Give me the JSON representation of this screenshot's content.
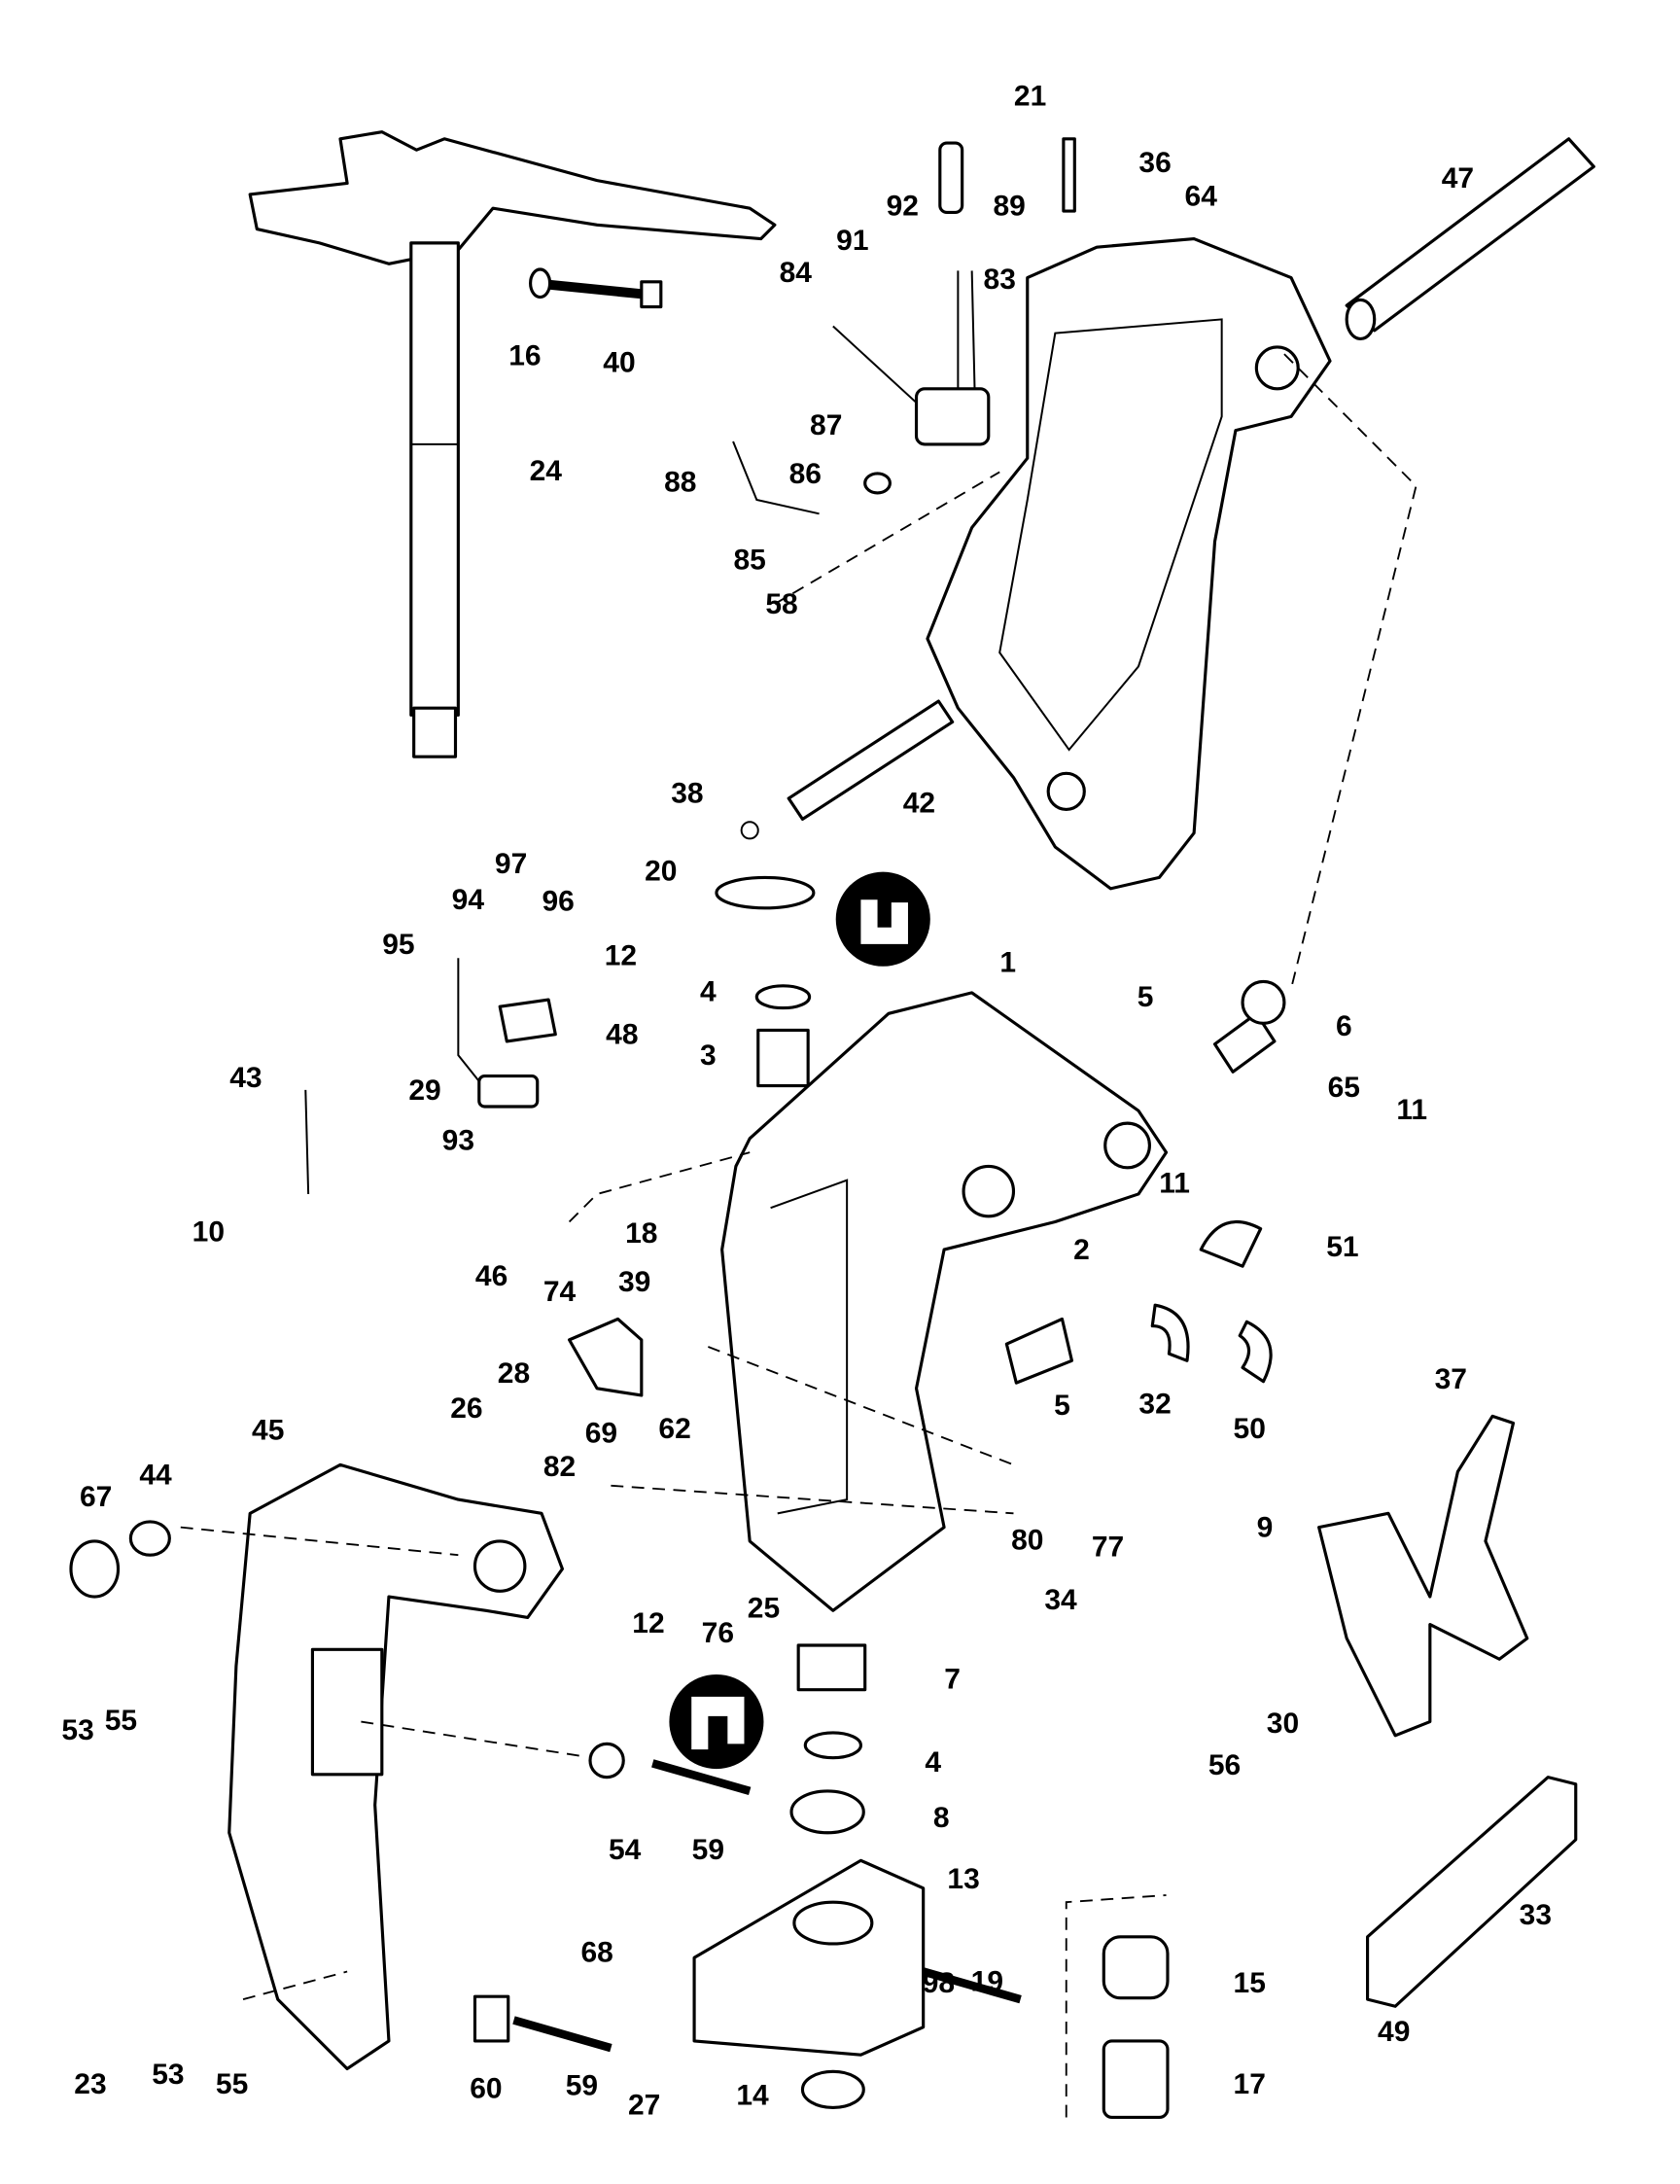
{
  "diagram": {
    "part_numbers": [
      "21",
      "36",
      "47",
      "64",
      "92",
      "89",
      "91",
      "84",
      "83",
      "16",
      "40",
      "24",
      "87",
      "86",
      "88",
      "85",
      "58",
      "38",
      "42",
      "20",
      "97",
      "94",
      "96",
      "95",
      "12",
      "4",
      "48",
      "3",
      "1",
      "5",
      "6",
      "43",
      "29",
      "93",
      "65",
      "11",
      "11",
      "10",
      "18",
      "46",
      "74",
      "51",
      "2",
      "39",
      "28",
      "26",
      "32",
      "50",
      "5",
      "37",
      "45",
      "69",
      "62",
      "82",
      "44",
      "67",
      "80",
      "77",
      "9",
      "34",
      "12",
      "76",
      "25",
      "7",
      "53",
      "55",
      "4",
      "30",
      "56",
      "54",
      "59",
      "8",
      "13",
      "33",
      "68",
      "15",
      "98",
      "19",
      "49",
      "23",
      "53",
      "55",
      "60",
      "59",
      "27",
      "14",
      "17"
    ],
    "badges": [
      {
        "icon": "sealant-tube-icon"
      },
      {
        "icon": "grease-gun-icon"
      }
    ],
    "line_color": "#000000",
    "background": "#ffffff"
  }
}
